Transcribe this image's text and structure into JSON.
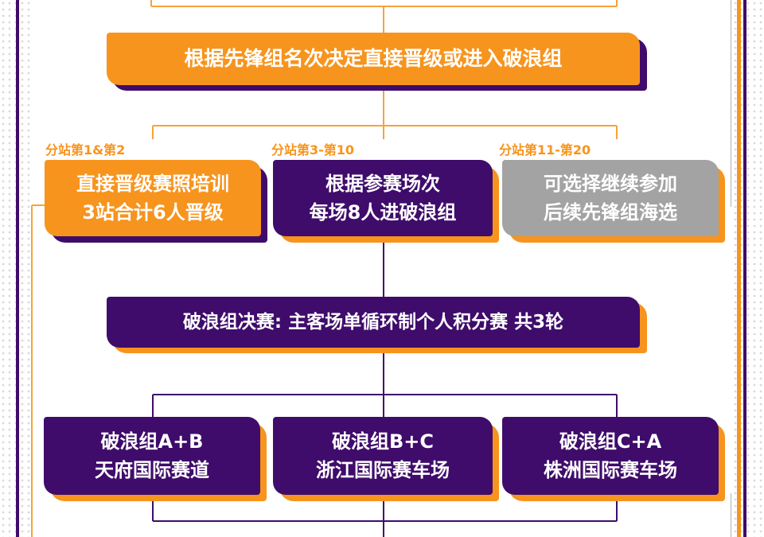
{
  "colors": {
    "purple": "#3f0c6b",
    "orange": "#f7941d",
    "gray": "#a3a3a3",
    "line_orange": "#f7a23a",
    "line_purple": "#3f0c6b"
  },
  "banner_top": {
    "text": "根据先锋组名次决定直接晋级或进入破浪组"
  },
  "stations": [
    {
      "label": "分站第1&第2",
      "lines": [
        "直接晋级赛照培训",
        "3站合计6人晋级"
      ]
    },
    {
      "label": "分站第3-第10",
      "lines": [
        "根据参赛场次",
        "每场8人进破浪组"
      ]
    },
    {
      "label": "分站第11-第20",
      "lines": [
        "可选择继续参加",
        "后续先锋组海选"
      ]
    }
  ],
  "banner_final": {
    "text": "破浪组决赛: 主客场单循环制个人积分赛 共3轮"
  },
  "groups": [
    {
      "lines": [
        "破浪组A+B",
        "天府国际赛道"
      ]
    },
    {
      "lines": [
        "破浪组B+C",
        "浙江国际赛车场"
      ]
    },
    {
      "lines": [
        "破浪组C+A",
        "株洲国际赛车场"
      ]
    }
  ]
}
